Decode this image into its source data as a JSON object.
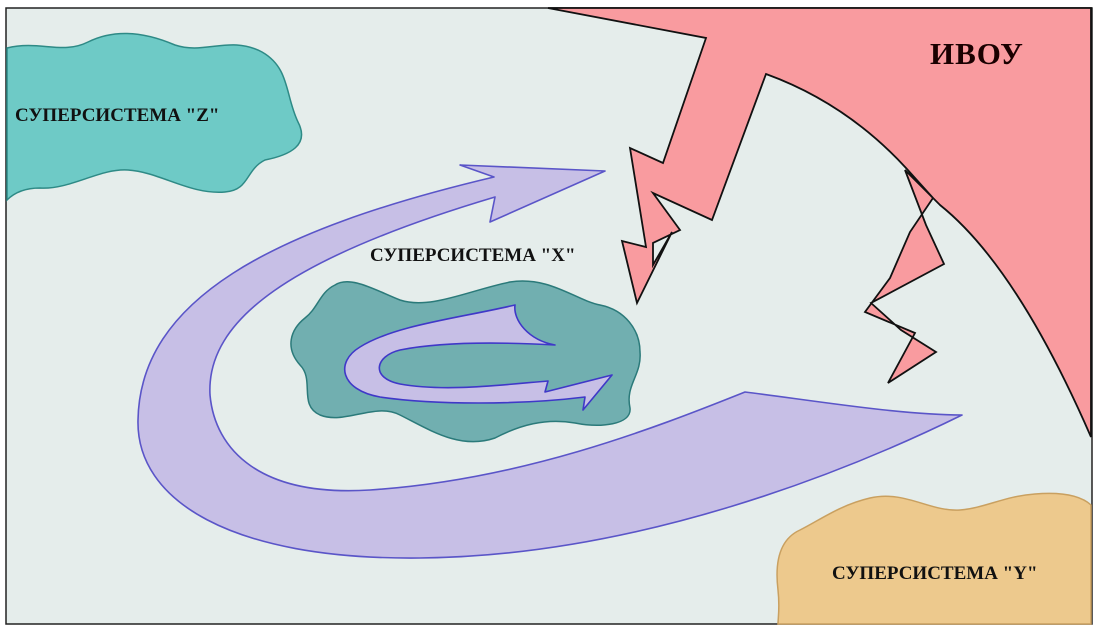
{
  "labels": {
    "ivou": "ИВОУ",
    "supersystem_z": "СУПЕРСИСТЕМА \"Z\"",
    "supersystem_x": "СУПЕРСИСТЕМА \"X\"",
    "supersystem_y": "СУПЕРСИСТЕМА \"Y\""
  },
  "colors": {
    "background": "#e5edeb",
    "ivou_region": "#f99b9f",
    "supersystem_z": "#6ecac6",
    "supersystem_x": "#71afb0",
    "supersystem_y": "#edc98d",
    "arrows": "#c7bfe6",
    "arrow_stroke": "#5a55c8"
  }
}
